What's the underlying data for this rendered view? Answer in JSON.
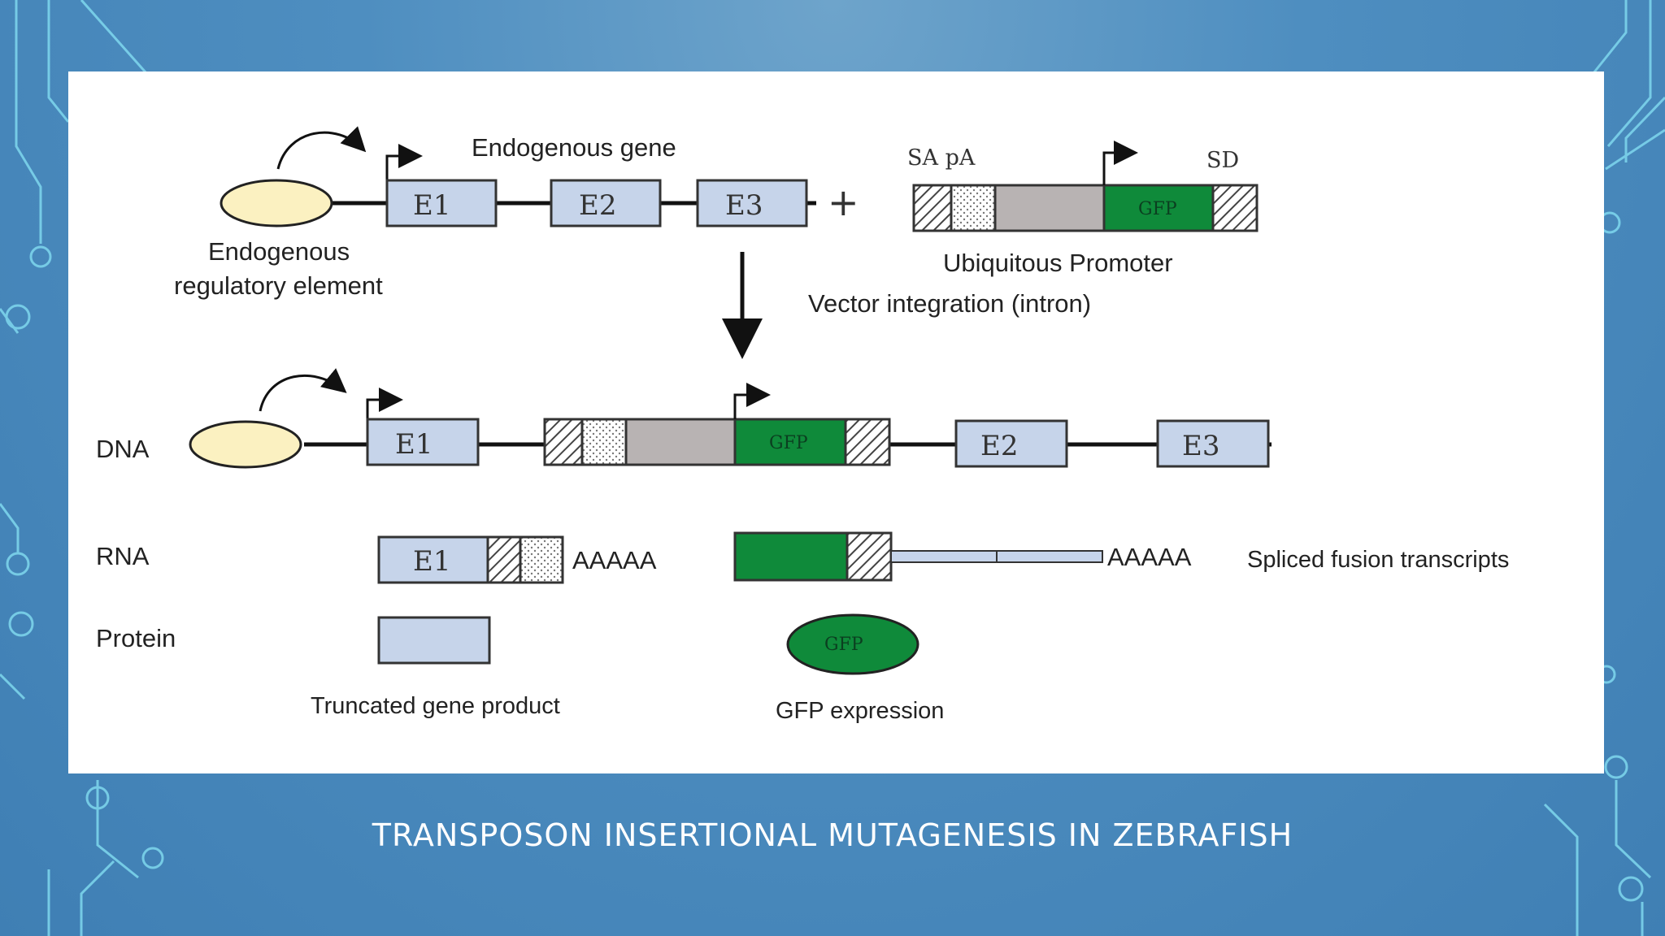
{
  "slide": {
    "title": "TRANSPOSON INSERTIONAL MUTAGENESIS IN ZEBRAFISH"
  },
  "diagram": {
    "top": {
      "gene_label": "Endogenous gene",
      "exons": [
        "E1",
        "E2",
        "E3"
      ],
      "plus": "+",
      "regulatory_label_line1": "Endogenous",
      "regulatory_label_line2": "regulatory element",
      "sa_pa_label": "SA pA",
      "sd_label": "SD",
      "vector_gfp": "GFP",
      "promoter_label": "Ubiquitous Promoter",
      "integration_label": "Vector integration (intron)"
    },
    "rows": {
      "dna": "DNA",
      "rna": "RNA",
      "protein": "Protein"
    },
    "dna_row": {
      "exons": [
        "E1",
        "E2",
        "E3"
      ],
      "gfp": "GFP"
    },
    "rna_row": {
      "exon": "E1",
      "polya_left": "AAAAA",
      "polya_right": "AAAAA",
      "fusion_label": "Spliced fusion transcripts"
    },
    "protein_row": {
      "truncated_label": "Truncated gene product",
      "gfp": "GFP",
      "gfp_label": "GFP expression"
    },
    "colors": {
      "exon_fill": "#c6d4ea",
      "gfp_green": "#0f8a3a",
      "promoter_gray": "#b8b3b3",
      "regulatory_fill": "#fbf1c1"
    }
  }
}
